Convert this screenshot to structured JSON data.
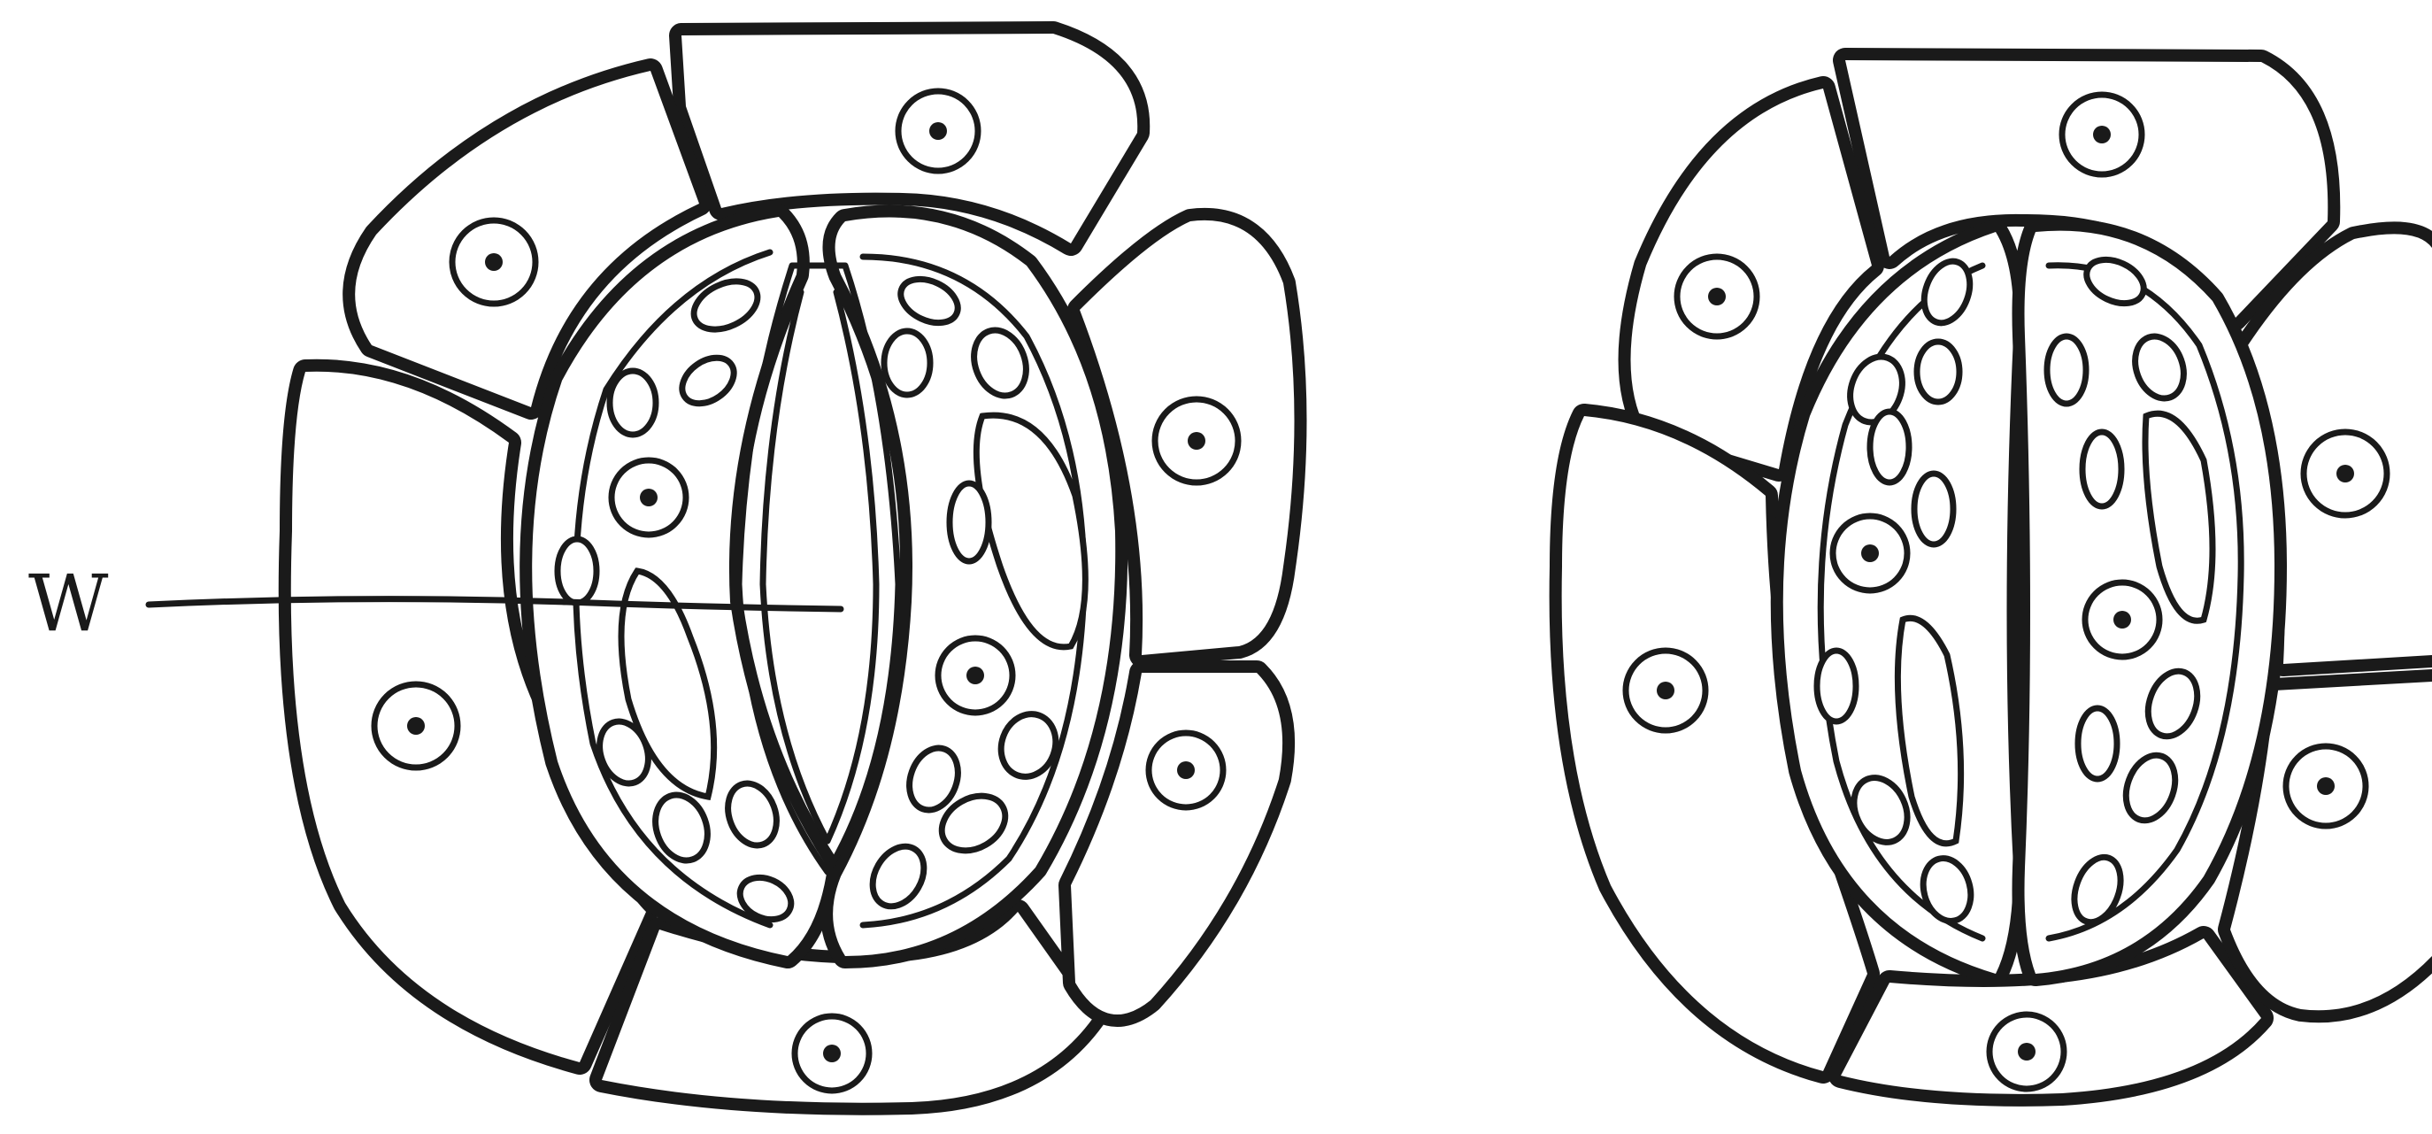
{
  "figure": {
    "labels": [
      {
        "id": "W",
        "text": "W",
        "target": "stomatal-pore"
      }
    ],
    "panels": [
      {
        "id": "left",
        "stoma_state": "open"
      },
      {
        "id": "right",
        "stoma_state": "closed"
      }
    ]
  },
  "colors": {
    "ink": "#1a1a1a",
    "background": "#ffffff"
  }
}
